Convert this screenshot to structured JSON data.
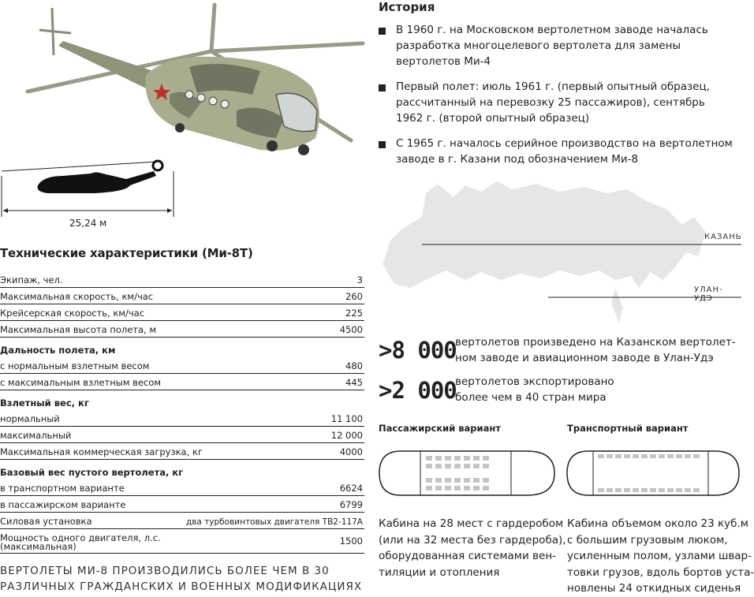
{
  "dimension": {
    "length_label": "25,24 м"
  },
  "specs": {
    "title": "Технические характеристики (Ми-8Т)",
    "rows": [
      {
        "label": "Экипаж, чел.",
        "value": "3"
      },
      {
        "label": "Максимальная скорость, км/час",
        "value": "260"
      },
      {
        "label": "Крейсерская скорость, км/час",
        "value": "225"
      },
      {
        "label": "Максимальная высота полета, м",
        "value": "4500"
      }
    ],
    "range": {
      "heading": "Дальность полета, км",
      "rows": [
        {
          "label": "с нормальным взлетным весом",
          "value": "480"
        },
        {
          "label": "с максимальным взлетным весом",
          "value": "445"
        }
      ]
    },
    "weight": {
      "heading": "Взлетный вес, кг",
      "rows": [
        {
          "label": "нормальный",
          "value": "11 100"
        },
        {
          "label": "максимальный",
          "value": "12 000"
        },
        {
          "label": "Максимальная коммерческая загрузка, кг",
          "value": "4000"
        }
      ]
    },
    "empty": {
      "heading": "Базовый вес пустого вертолета, кг",
      "rows": [
        {
          "label": "в транспортном варианте",
          "value": "6624"
        },
        {
          "label": "в пассажирском варианте",
          "value": "6799"
        },
        {
          "label": "Силовая установка",
          "value": "два турбовинтовых двигателя ТВ2-117А"
        }
      ]
    },
    "power": {
      "label_line1": "Мощность одного двигателя, л.с.",
      "label_line2": "(максимальная)",
      "value": "1500"
    }
  },
  "footer": {
    "line1": "ВЕРТОЛЕТЫ МИ-8 ПРОИЗВОДИЛИСЬ БОЛЕЕ ЧЕМ В 30",
    "line2": "РАЗЛИЧНЫХ ГРАЖДАНСКИХ И ВОЕННЫХ МОДИФИКАЦИЯХ"
  },
  "history": {
    "title": "История",
    "items": [
      "В 1960 г. на Московском вертолетном заводе началась разработка многоцелевого вертолета для замены вертолетов Ми-4",
      "Первый полет: июль 1961 г. (первый опытный образец, рассчитанный на перевозку 25 пассажиров),  сентябрь 1962 г. (второй опытный образец)",
      "С 1965 г. началось серийное производство на вертолетном заводе в г. Казани под обозначением Ми-8"
    ]
  },
  "map": {
    "city1": "КАЗАНЬ",
    "city2": "УЛАН-УДЭ"
  },
  "stats": [
    {
      "number": ">8 000",
      "line1": "вертолетов произведено на Казанском вертолет-",
      "line2": "ном заводе и авиационном заводе в Улан-Удэ"
    },
    {
      "number": ">2 000",
      "line1": "вертолетов экспортировано",
      "line2": "более чем в 40 стран мира"
    }
  ],
  "variants": {
    "passenger": {
      "title": "Пассажирский вариант",
      "lines": [
        "Кабина на 28 мест с гардеробом",
        "(или на 32 места без гардероба),",
        "оборудованная системами вен-",
        "тиляции и отопления"
      ]
    },
    "transport": {
      "title": "Транспортный вариант",
      "lines": [
        "Кабина объемом около 23 куб.м",
        "с большим грузовым люком,",
        "усиленным полом, узлами швар-",
        "товки грузов, вдоль бортов уста-",
        "новлены 24 откидных сиденья"
      ]
    }
  },
  "colors": {
    "camo_light": "#a9ad8e",
    "camo_dark": "#6f7560",
    "map_grey": "#e6e6e6",
    "ink": "#222222"
  }
}
